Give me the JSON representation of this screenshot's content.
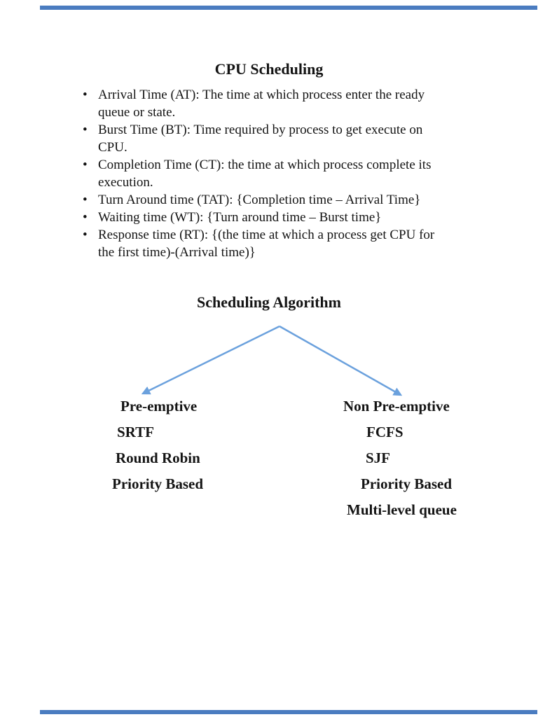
{
  "document": {
    "title": "CPU Scheduling",
    "bullets": [
      {
        "lines": [
          "Arrival Time (AT): The time at which process enter the ready",
          "queue or state."
        ]
      },
      {
        "lines": [
          "Burst Time (BT): Time required by process to get execute on",
          "CPU."
        ]
      },
      {
        "lines": [
          "Completion Time (CT): the time at which process complete its",
          "execution."
        ]
      },
      {
        "lines": [
          "Turn Around time (TAT): {Completion time – Arrival Time}",
          ""
        ]
      },
      {
        "lines": [
          "Waiting time (WT): {Turn around time – Burst time}",
          ""
        ]
      },
      {
        "lines": [
          "Response time (RT): {(the time at which a process get CPU for",
          "the first time)-(Arrival time)}"
        ]
      }
    ],
    "diagram": {
      "heading": "Scheduling Algorithm",
      "left": {
        "label": "Pre-emptive",
        "items": [
          "SRTF",
          "Round Robin",
          "Priority Based"
        ]
      },
      "right": {
        "label": "Non Pre-emptive",
        "items": [
          "FCFS",
          "SJF",
          "Priority Based",
          "Multi-level queue"
        ]
      }
    },
    "colors": {
      "arrow": "#6ba1dd",
      "page_edge": "#4a7cc0",
      "text": "#141414"
    }
  }
}
